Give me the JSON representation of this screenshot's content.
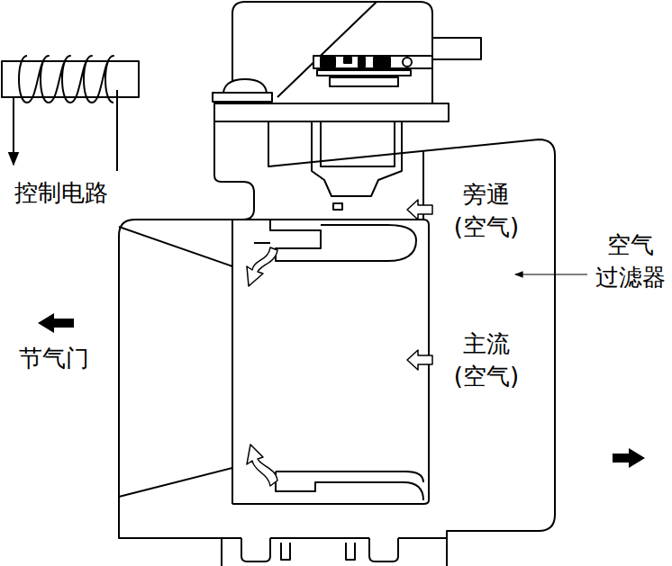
{
  "diagram": {
    "labels": [
      "控制电路",
      "旁通 (空气)",
      "空气 过滤器",
      "主流 (空气)",
      "节气门"
    ]
  }
}
